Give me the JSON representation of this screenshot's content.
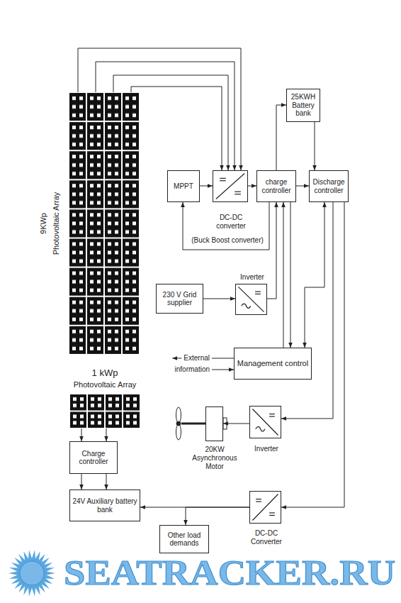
{
  "diagram": {
    "nodes": [
      {
        "text": [
          "9KWp",
          "Photovoltaic Array"
        ]
      },
      {
        "text": [
          "25KWH Battery bank"
        ]
      },
      {
        "text": [
          "MPPT"
        ]
      },
      {
        "text": [
          "DC-DC converter",
          "(Buck Boost converter)"
        ]
      },
      {
        "text": [
          "charge controller"
        ]
      },
      {
        "text": [
          "Discharge controller"
        ]
      },
      {
        "text": [
          "230 V Grid supplier"
        ]
      },
      {
        "text": [
          "Inverter"
        ]
      },
      {
        "text": [
          "Management control"
        ]
      },
      {
        "text": [
          "1 kWp",
          "Photovoltaic Array"
        ]
      },
      {
        "text": [
          "Charge controller"
        ]
      },
      {
        "text": [
          "24V Auxiliary battery bank"
        ]
      },
      {
        "text": [
          "20KW Asynchronous Motor"
        ]
      },
      {
        "text": [
          "Inverter"
        ]
      },
      {
        "text": [
          "Other load demands"
        ]
      },
      {
        "text": [
          "DC-DC Converter"
        ]
      }
    ],
    "edges": [
      {
        "from": 0,
        "to": 3,
        "arrow": "to"
      },
      {
        "from": 0,
        "to": 3,
        "arrow": "to"
      },
      {
        "from": 0,
        "to": 3,
        "arrow": "to"
      },
      {
        "from": 0,
        "to": 3,
        "arrow": "to"
      },
      {
        "from": 2,
        "to": 3,
        "arrow": "to"
      },
      {
        "from": 3,
        "to": 4,
        "arrow": "to"
      },
      {
        "from": 4,
        "to": 2,
        "arrow": "to"
      },
      {
        "from": 4,
        "to": 1,
        "arrow": "to"
      },
      {
        "from": 1,
        "to": 5,
        "arrow": "to"
      },
      {
        "from": 4,
        "to": 5,
        "arrow": "to"
      },
      {
        "from": 6,
        "to": 7,
        "arrow": "to"
      },
      {
        "from": 7,
        "to": 4,
        "arrow": "to"
      },
      {
        "from": 8,
        "to": 4,
        "arrow": "to"
      },
      {
        "from": 4,
        "to": 8,
        "arrow": "to"
      },
      {
        "from": 5,
        "to": 8,
        "arrow": "both"
      },
      {
        "from": 5,
        "to": 13,
        "arrow": "to"
      },
      {
        "from": 13,
        "to": 12,
        "arrow": "to"
      },
      {
        "from": 5,
        "to": 15,
        "arrow": "to"
      },
      {
        "from": 15,
        "to": 11,
        "arrow": "to"
      },
      {
        "from": 15,
        "to": 14,
        "arrow": "to"
      },
      {
        "from": 9,
        "to": 10,
        "arrow": "to"
      },
      {
        "from": 9,
        "to": 10,
        "arrow": "to"
      },
      {
        "from": 10,
        "to": 11,
        "arrow": "to"
      },
      {
        "from": 10,
        "to": 11,
        "arrow": "to"
      }
    ],
    "labels": [
      "External",
      "information",
      "SEATRACKER.RU"
    ]
  }
}
